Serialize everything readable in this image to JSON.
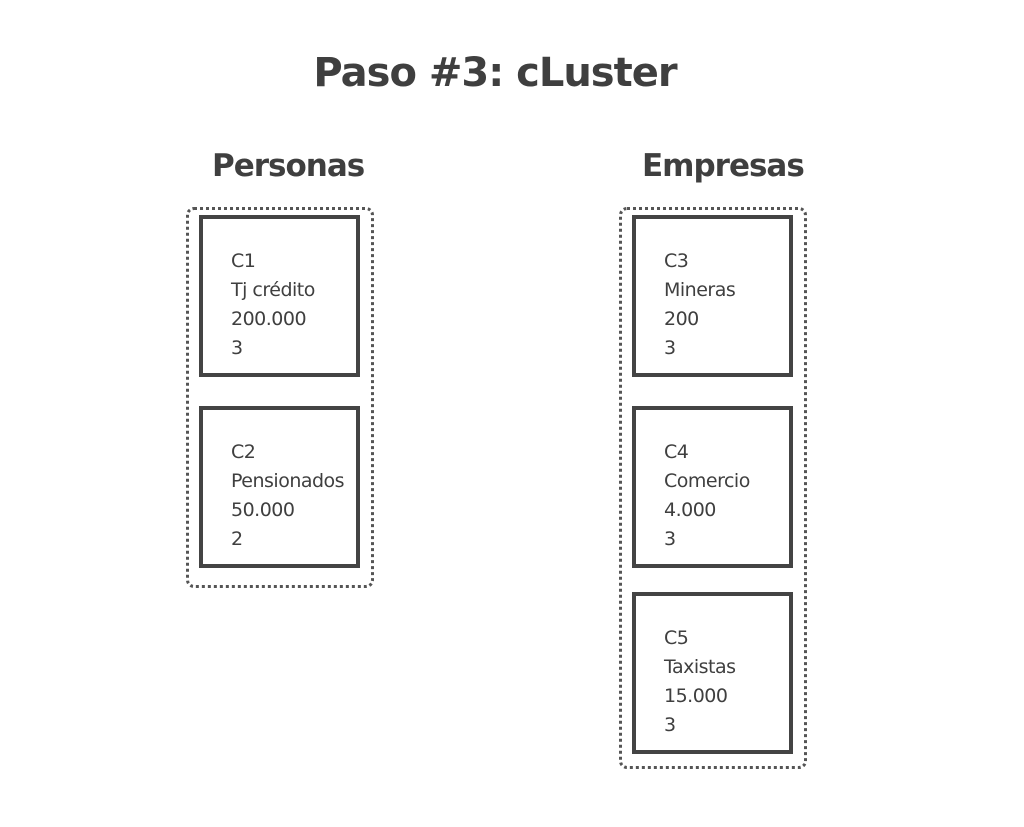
{
  "title": "Paso #3: cLuster",
  "groups": [
    {
      "label": "Personas",
      "clusters": [
        {
          "id": "C1",
          "name": "Tj crédito",
          "amount": "200.000",
          "value": "3"
        },
        {
          "id": "C2",
          "name": "Pensionados",
          "amount": "50.000",
          "value": "2"
        }
      ]
    },
    {
      "label": "Empresas",
      "clusters": [
        {
          "id": "C3",
          "name": "Mineras",
          "amount": "200",
          "value": "3"
        },
        {
          "id": "C4",
          "name": "Comercio",
          "amount": "4.000",
          "value": "3"
        },
        {
          "id": "C5",
          "name": "Taxistas",
          "amount": "15.000",
          "value": "3"
        }
      ]
    }
  ]
}
